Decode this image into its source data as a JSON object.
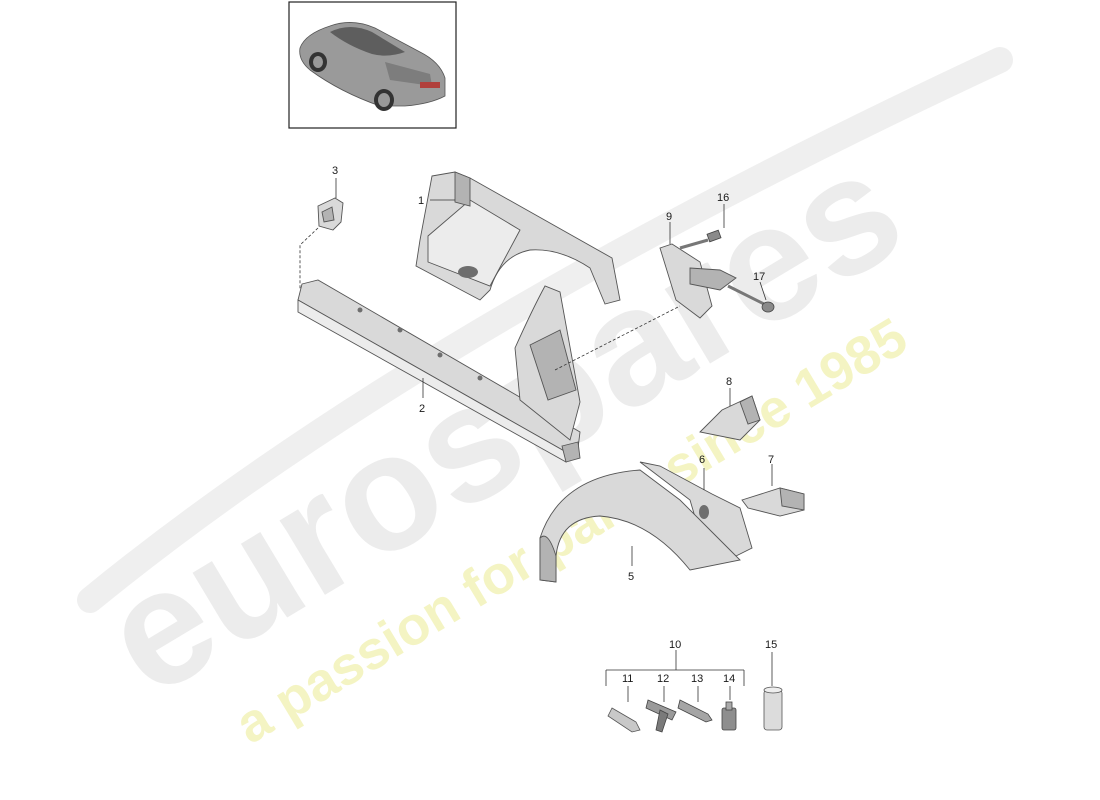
{
  "watermark": {
    "brand": "eurospares",
    "tagline": "a passion for parts since 1985",
    "brand_color": "#e6e6e6",
    "tagline_color": "#f3f3b0"
  },
  "thumbnail": {
    "icon": "car-thumbnail-icon"
  },
  "part_numbers": {
    "p1": "1",
    "p2": "2",
    "p3": "3",
    "p5": "5",
    "p6": "6",
    "p7": "7",
    "p8": "8",
    "p9": "9",
    "p10": "10",
    "p11": "11",
    "p12": "12",
    "p13": "13",
    "p14": "14",
    "p15": "15",
    "p16": "16",
    "p17": "17"
  }
}
